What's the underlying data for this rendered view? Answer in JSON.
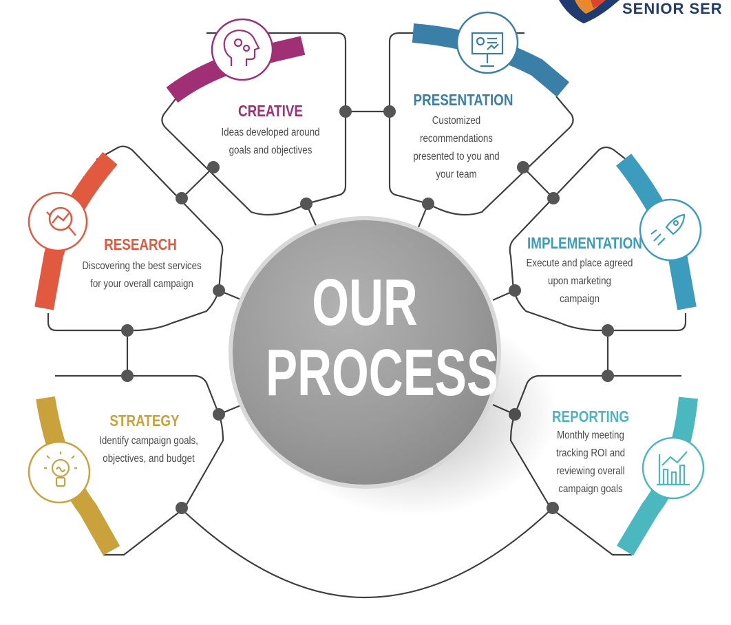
{
  "brand": {
    "text": "SENIOR SER"
  },
  "center": {
    "line1": "OUR",
    "line2": "PROCESS"
  },
  "steps": [
    {
      "id": "creative",
      "title": "CREATIVE",
      "color": "#a02f75",
      "icon": "head-gears-icon",
      "lines": [
        "Ideas developed around",
        "goals and objectives"
      ]
    },
    {
      "id": "presentation",
      "title": "PRESENTATION",
      "color": "#3a7fa8",
      "icon": "presentation-board-icon",
      "lines": [
        "Customized",
        "recommendations",
        "presented to you and",
        "your team"
      ]
    },
    {
      "id": "research",
      "title": "RESEARCH",
      "color": "#e15a3f",
      "icon": "magnifier-chart-icon",
      "lines": [
        "Discovering the best services",
        "for your overall campaign"
      ]
    },
    {
      "id": "implementation",
      "title": "IMPLEMENTATION",
      "color": "#3b9cbd",
      "icon": "rocket-icon",
      "lines": [
        "Execute and place agreed",
        "upon marketing",
        "campaign"
      ]
    },
    {
      "id": "strategy",
      "title": "STRATEGY",
      "color": "#c9a23c",
      "icon": "lightbulb-icon",
      "lines": [
        "Identify campaign goals,",
        "objectives, and budget"
      ]
    },
    {
      "id": "reporting",
      "title": "REPORTING",
      "color": "#4bb7bf",
      "icon": "growth-bar-chart-icon",
      "lines": [
        "Monthly meeting",
        "tracking ROI and",
        "reviewing overall",
        "campaign goals"
      ]
    }
  ]
}
